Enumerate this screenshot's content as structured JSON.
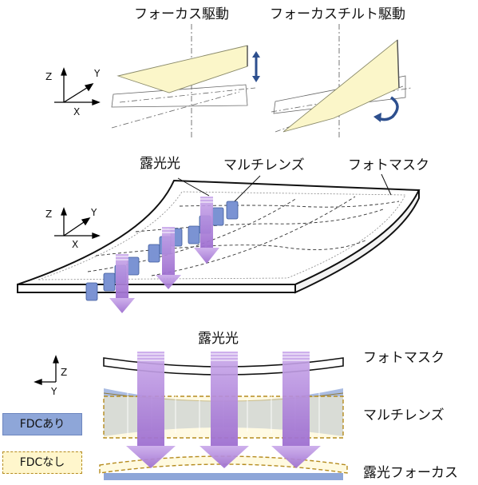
{
  "top": {
    "focus_drive": "フォーカス駆動",
    "focus_tilt_drive": "フォーカスチルト駆動"
  },
  "middle": {
    "exposure_light": "露光光",
    "multi_lens": "マルチレンズ",
    "photomask": "フォトマスク"
  },
  "bottom": {
    "exposure_light": "露光光",
    "photomask": "フォトマスク",
    "multi_lens": "マルチレンズ",
    "exposure_focus": "露光フォーカス"
  },
  "axes": {
    "z": "Z",
    "y": "Y",
    "x": "X"
  },
  "legend": {
    "with_fdc": "FDCあり",
    "without_fdc": "FDCなし",
    "with_fdc_fill": "#8ea6d8",
    "without_fdc_fill": "#fff6cc",
    "without_fdc_border": "#b58b1e"
  },
  "colors": {
    "arrow_purple": "#a47bd1",
    "lens_blue": "#7b93d3",
    "plate_yellow": "#fbf6c9",
    "dark_blue": "#2d4f8e"
  }
}
